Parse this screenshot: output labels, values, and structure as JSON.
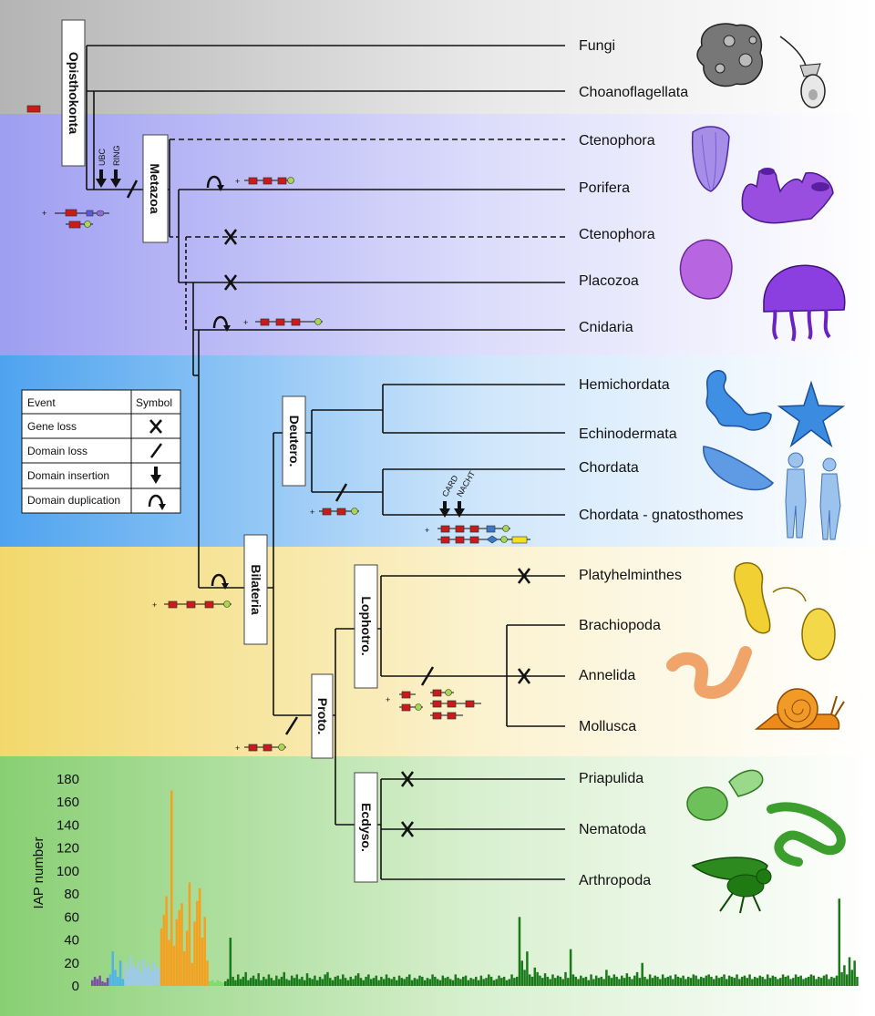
{
  "taxa": {
    "fungi": "Fungi",
    "choanoflagellata": "Choanoflagellata",
    "ctenophora_1": "Ctenophora",
    "porifera": "Porifera",
    "ctenophora_2": "Ctenophora",
    "placozoa": "Placozoa",
    "cnidaria": "Cnidaria",
    "hemichordata": "Hemichordata",
    "echinodermata": "Echinodermata",
    "chordata": "Chordata",
    "chordata_gnathostomes": "Chordata - gnatosthomes",
    "platyhelminthes": "Platyhelminthes",
    "brachiopoda": "Brachiopoda",
    "annelida": "Annelida",
    "mollusca": "Mollusca",
    "priapulida": "Priapulida",
    "nematoda": "Nematoda",
    "arthropoda": "Arthropoda"
  },
  "clades": {
    "opisthokonta": "Opisthokonta",
    "metazoa": "Metazoa",
    "deutero": "Deutero.",
    "bilateria": "Bilateria",
    "lophotro": "Lophotro.",
    "proto": "Proto.",
    "ecdyso": "Ecdyso."
  },
  "domain_labels": {
    "ubc": "UBC",
    "ring": "RING",
    "card": "CARD",
    "nacht": "NACHT"
  },
  "plus_sign": "+",
  "legend": {
    "header_event": "Event",
    "header_symbol": "Symbol",
    "rows": [
      {
        "event": "Gene loss",
        "symbol": "cross-icon"
      },
      {
        "event": "Domain loss",
        "symbol": "slash-icon"
      },
      {
        "event": "Domain insertion",
        "symbol": "down-arrow-icon"
      },
      {
        "event": "Domain duplication",
        "symbol": "curved-arrow-icon"
      }
    ]
  },
  "band_colors": {
    "outgroup": "#c8c8c8",
    "early_metazoa": "#a6a6f2",
    "deuterostomes": "#5aa9ee",
    "lophotrochozoa": "#f1dc78",
    "ecdysozoa": "#8fd27c"
  },
  "histogram": {
    "ylabel": "IAP number",
    "yticks": [
      "0",
      "20",
      "40",
      "60",
      "80",
      "100",
      "120",
      "140",
      "160",
      "180"
    ],
    "ymax": 180,
    "groups": [
      {
        "color": "#7b4fa5",
        "values": [
          5,
          8,
          6,
          9,
          4,
          3,
          7
        ]
      },
      {
        "color": "#4fb3e8",
        "values": [
          10,
          30,
          14,
          8,
          22,
          6
        ]
      },
      {
        "color": "#9ec8ee",
        "values": [
          20,
          14,
          26,
          18,
          15,
          22,
          12,
          24,
          16,
          19,
          13,
          21,
          17,
          15
        ]
      },
      {
        "color": "#f5a01e",
        "values": [
          50,
          62,
          78,
          40,
          170,
          35,
          58,
          66,
          72,
          30,
          48,
          90,
          20,
          56,
          74,
          85,
          42,
          60,
          22
        ]
      },
      {
        "color": "#7bdc6b",
        "values": [
          4,
          5,
          3,
          5,
          4,
          3
        ]
      },
      {
        "color": "#1a7a1a",
        "values": [
          4,
          6,
          42,
          8,
          5,
          10,
          6,
          8,
          12,
          5,
          7,
          9,
          6,
          11,
          5,
          8,
          6,
          10,
          7,
          5,
          9,
          6,
          8,
          12,
          6,
          5,
          9,
          7,
          10,
          6,
          8,
          5,
          11,
          7,
          6,
          9,
          5,
          8,
          6,
          10,
          12,
          7,
          5,
          8,
          9,
          6,
          10,
          7,
          5,
          8,
          6,
          9,
          11,
          7,
          5,
          8,
          10,
          6,
          7,
          9,
          5,
          8,
          6,
          10,
          7,
          6,
          8,
          5,
          9,
          7,
          6,
          8,
          10,
          5,
          7,
          6,
          9,
          8,
          5,
          7,
          6,
          10,
          8,
          6,
          5,
          9,
          7,
          8,
          6,
          5,
          10,
          7,
          6,
          8,
          9,
          5,
          7,
          6,
          8,
          5,
          9,
          6,
          7,
          10,
          8,
          5,
          6,
          9,
          7,
          8,
          5,
          6,
          10,
          7,
          8,
          60,
          22,
          14,
          30,
          10,
          8,
          16,
          12,
          9,
          7,
          11,
          8,
          6,
          10,
          7,
          9,
          8,
          6,
          12,
          7,
          32,
          10,
          8,
          6,
          9,
          7,
          8,
          5,
          10,
          6,
          9,
          7,
          8,
          6,
          14,
          9,
          7,
          10,
          8,
          6,
          9,
          7,
          11,
          8,
          6,
          9,
          12,
          7,
          20,
          8,
          6,
          10,
          7,
          9,
          8,
          6,
          10,
          7,
          8,
          9,
          6,
          10,
          8,
          7,
          9,
          6,
          8,
          7,
          10,
          9,
          6,
          8,
          7,
          9,
          10,
          8,
          6,
          9,
          7,
          8,
          10,
          6,
          9,
          8,
          7,
          10,
          6,
          8,
          9,
          7,
          10,
          6,
          8,
          7,
          9,
          8,
          6,
          10,
          7,
          9,
          8,
          6,
          7,
          10,
          8,
          9,
          6,
          7,
          10,
          8,
          9,
          6,
          7,
          8,
          10,
          9,
          6,
          8,
          7,
          9,
          10,
          6,
          8,
          7,
          9,
          76,
          12,
          18,
          10,
          25,
          14,
          22,
          8
        ]
      }
    ]
  }
}
